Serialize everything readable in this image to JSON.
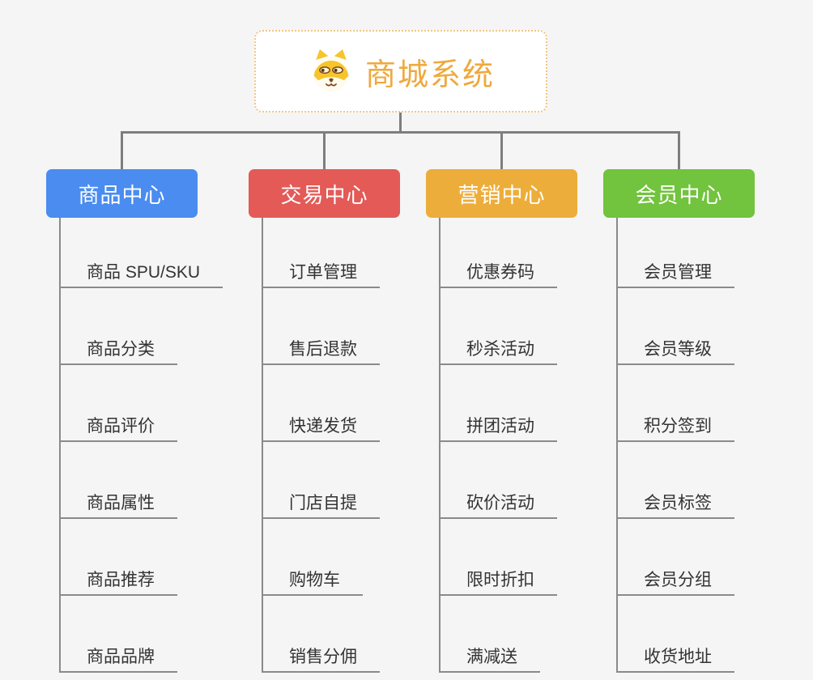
{
  "root": {
    "title": "商城系统",
    "icon": "dog-mascot-icon"
  },
  "branches": [
    {
      "label": "商品中心",
      "color": "#4a8cf0",
      "children": [
        "商品 SPU/SKU",
        "商品分类",
        "商品评价",
        "商品属性",
        "商品推荐",
        "商品品牌"
      ]
    },
    {
      "label": "交易中心",
      "color": "#e35a57",
      "children": [
        "订单管理",
        "售后退款",
        "快递发货",
        "门店自提",
        "购物车",
        "销售分佣"
      ]
    },
    {
      "label": "营销中心",
      "color": "#edad3a",
      "children": [
        "优惠券码",
        "秒杀活动",
        "拼团活动",
        "砍价活动",
        "限时折扣",
        "满减送"
      ]
    },
    {
      "label": "会员中心",
      "color": "#72c33d",
      "children": [
        "会员管理",
        "会员等级",
        "积分签到",
        "会员标签",
        "会员分组",
        "收货地址"
      ]
    }
  ],
  "colors": {
    "background": "#f5f5f5",
    "connector": "#7e7e7e",
    "leaf_line": "#8a8a8a",
    "leaf_text": "#333333",
    "root_title": "#efa93d",
    "root_border": "#f2c584",
    "branch_text": "#ffffff"
  }
}
